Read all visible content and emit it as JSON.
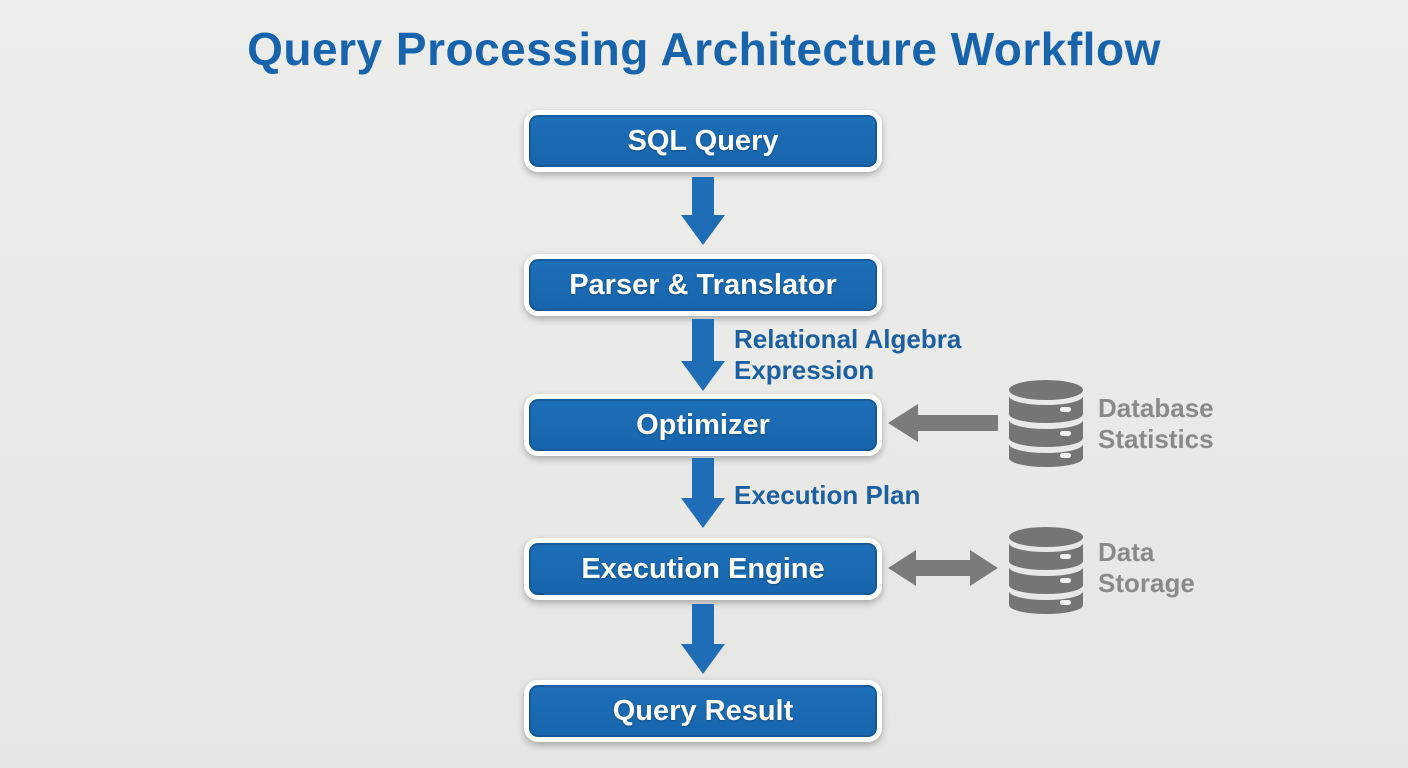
{
  "title": "Query Processing Architecture Workflow",
  "flow": {
    "boxes": [
      {
        "label": "SQL Query"
      },
      {
        "label": "Parser & Translator"
      },
      {
        "label": "Optimizer"
      },
      {
        "label": "Execution Engine"
      },
      {
        "label": "Query Result"
      }
    ],
    "edge_labels": [
      {
        "lines": [
          "Relational Algebra",
          "Expression"
        ]
      },
      {
        "lines": [
          "Execution Plan"
        ]
      }
    ]
  },
  "side_annotations": [
    {
      "icon": "database-icon",
      "arrow_direction": "left",
      "lines": [
        "Database",
        "Statistics"
      ]
    },
    {
      "icon": "database-icon",
      "arrow_direction": "bidirectional",
      "lines": [
        "Data",
        "Storage"
      ]
    }
  ],
  "colors": {
    "background": "#e9e9e7",
    "box_fill": "#1a69b2",
    "box_border": "#ffffff",
    "box_text": "#ffffff",
    "title_text": "#1763ac",
    "edge_label_text": "#1c60a1",
    "arrow_blue": "#1e6db6",
    "side_gray": "#7b7b7b",
    "side_label_text": "#8a8a8a"
  }
}
